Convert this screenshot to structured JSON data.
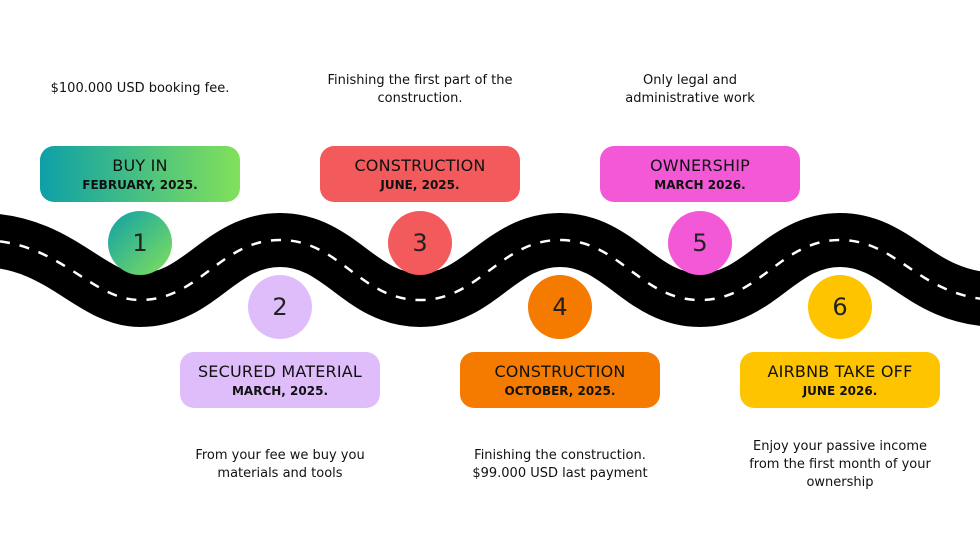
{
  "colors": {
    "road": "#000000",
    "road_marking": "#ffffff",
    "step1_gradient": [
      "#0ea0a8",
      "#82e05a"
    ],
    "step2": "#dfbdfa",
    "step3": "#f25a5c",
    "step4": "#f47a00",
    "step5": "#f358d7",
    "step6": "#ffc400"
  },
  "steps": [
    {
      "number": "1",
      "title": "BUY IN",
      "date": "FEBRUARY, 2025.",
      "description": [
        "$100.000 USD booking fee."
      ]
    },
    {
      "number": "2",
      "title": "SECURED MATERIAL",
      "date": "MARCH, 2025.",
      "description": [
        "From your fee we buy you",
        "materials and tools"
      ]
    },
    {
      "number": "3",
      "title": "CONSTRUCTION",
      "date": "JUNE, 2025.",
      "description": [
        "Finishing the first part of the",
        "construction."
      ]
    },
    {
      "number": "4",
      "title": "CONSTRUCTION",
      "date": "OCTOBER, 2025.",
      "description": [
        "Finishing the construction.",
        "$99.000 USD last payment"
      ]
    },
    {
      "number": "5",
      "title": "OWNERSHIP",
      "date": "MARCH 2026.",
      "description": [
        "Only legal and",
        "administrative work"
      ]
    },
    {
      "number": "6",
      "title": "AIRBNB TAKE OFF",
      "date": "JUNE 2026.",
      "description": [
        "Enjoy your passive income",
        "from the first month of your",
        "ownership"
      ]
    }
  ]
}
